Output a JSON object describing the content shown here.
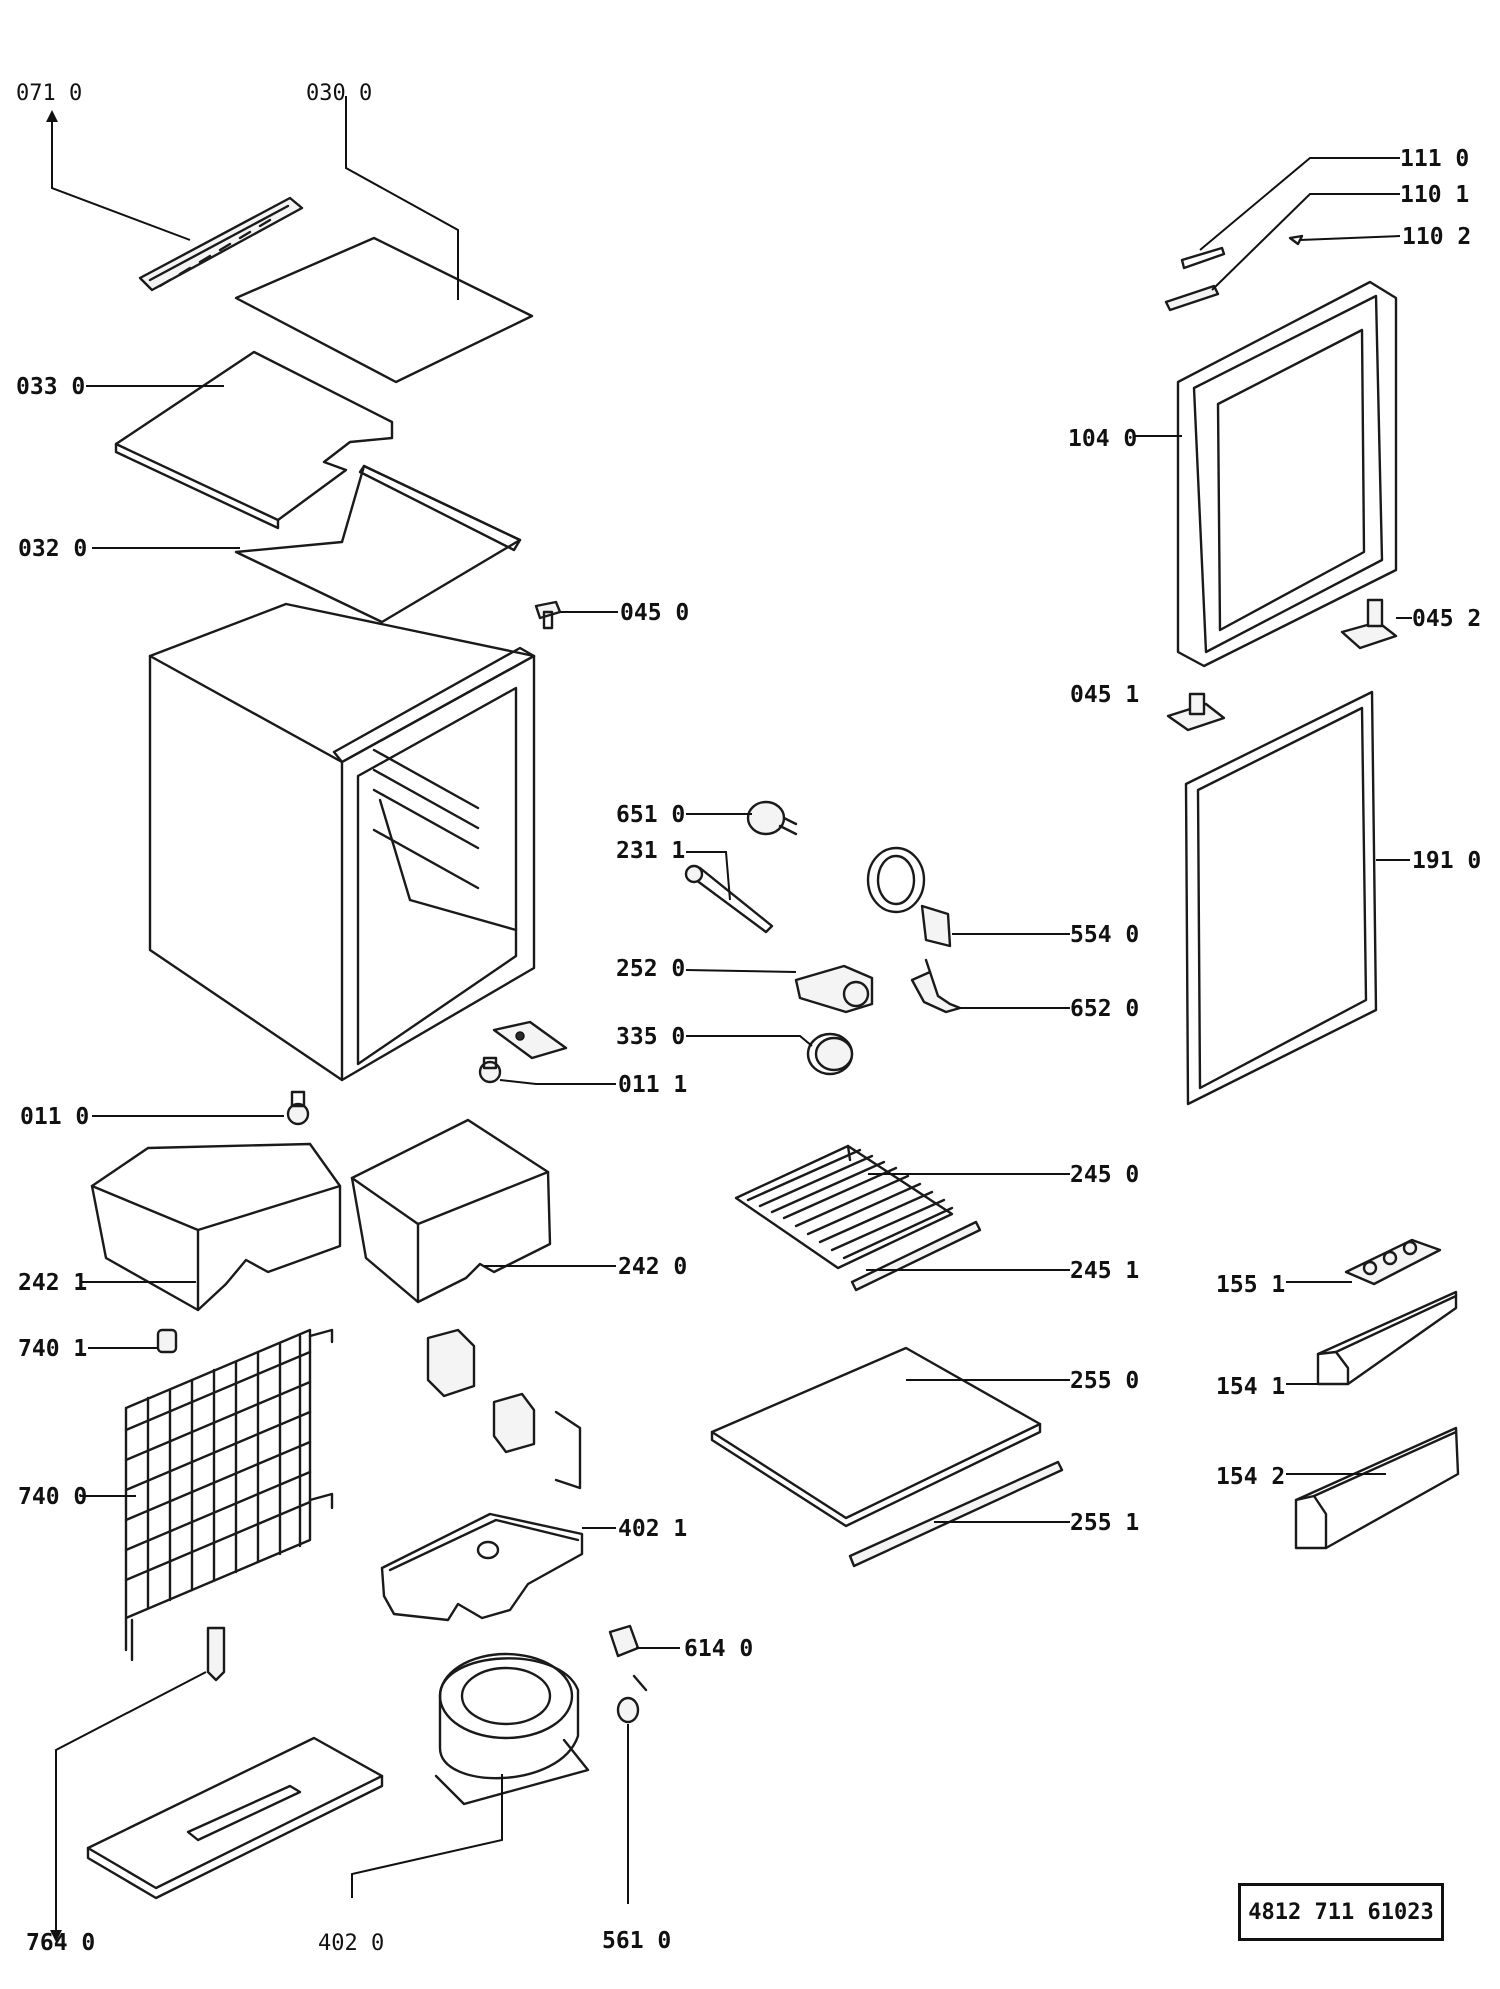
{
  "parts": [
    {
      "id": "p071-0",
      "label": "071 0"
    },
    {
      "id": "p030-0",
      "label": "030 0"
    },
    {
      "id": "p033-0",
      "label": "033 0"
    },
    {
      "id": "p032-0",
      "label": "032 0"
    },
    {
      "id": "p045-0",
      "label": "045 0"
    },
    {
      "id": "p111-0",
      "label": "111 0"
    },
    {
      "id": "p110-1",
      "label": "110 1"
    },
    {
      "id": "p110-2",
      "label": "110 2"
    },
    {
      "id": "p104-0",
      "label": "104 0"
    },
    {
      "id": "p045-2",
      "label": "045 2"
    },
    {
      "id": "p045-1",
      "label": "045 1"
    },
    {
      "id": "p651-0",
      "label": "651 0"
    },
    {
      "id": "p231-1",
      "label": "231 1"
    },
    {
      "id": "p554-0",
      "label": "554 0"
    },
    {
      "id": "p252-0",
      "label": "252 0"
    },
    {
      "id": "p652-0",
      "label": "652 0"
    },
    {
      "id": "p335-0",
      "label": "335 0"
    },
    {
      "id": "p011-1",
      "label": "011 1"
    },
    {
      "id": "p191-0",
      "label": "191 0"
    },
    {
      "id": "p011-0",
      "label": "011 0"
    },
    {
      "id": "p245-0",
      "label": "245 0"
    },
    {
      "id": "p242-1",
      "label": "242 1"
    },
    {
      "id": "p242-0",
      "label": "242 0"
    },
    {
      "id": "p245-1",
      "label": "245 1"
    },
    {
      "id": "p155-1",
      "label": "155 1"
    },
    {
      "id": "p740-1",
      "label": "740 1"
    },
    {
      "id": "p255-0",
      "label": "255 0"
    },
    {
      "id": "p154-1",
      "label": "154 1"
    },
    {
      "id": "p740-0",
      "label": "740 0"
    },
    {
      "id": "p154-2",
      "label": "154 2"
    },
    {
      "id": "p402-1",
      "label": "402 1"
    },
    {
      "id": "p255-1",
      "label": "255 1"
    },
    {
      "id": "p614-0",
      "label": "614 0"
    },
    {
      "id": "p764-0",
      "label": "764 0"
    },
    {
      "id": "p402-0",
      "label": "402 0"
    },
    {
      "id": "p561-0",
      "label": "561 0"
    }
  ],
  "document_code": "4812  711  61023"
}
